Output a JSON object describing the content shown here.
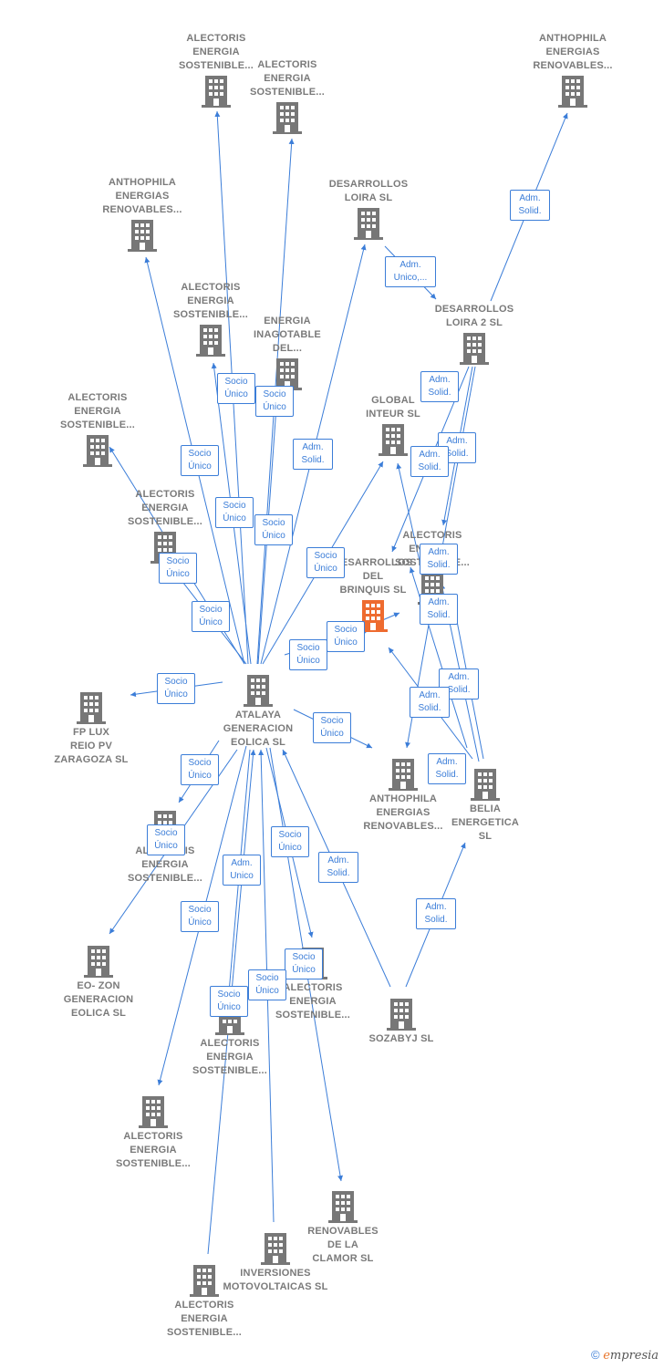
{
  "colors": {
    "edge": "#3b7dd8",
    "building": "#777777",
    "focus": "#ee6b2f",
    "text": "#7a7a7a"
  },
  "nodes": [
    {
      "id": "n1",
      "label": "ALECTORIS\nENERGIA\nSOSTENIBLE...",
      "icon": "building-icon"
    },
    {
      "id": "n2",
      "label": "ALECTORIS\nENERGIA\nSOSTENIBLE...",
      "icon": "building-icon"
    },
    {
      "id": "n3",
      "label": "ANTHOPHILA\nENERGIAS\nRENOVABLES...",
      "icon": "building-icon"
    },
    {
      "id": "n4",
      "label": "ANTHOPHILA\nENERGIAS\nRENOVABLES...",
      "icon": "building-icon"
    },
    {
      "id": "n5",
      "label": "DESARROLLOS\nLOIRA SL",
      "icon": "building-icon"
    },
    {
      "id": "n6",
      "label": "ALECTORIS\nENERGIA\nSOSTENIBLE...",
      "icon": "building-icon"
    },
    {
      "id": "n7",
      "label": "ENERGIA\nINAGOTABLE\nDEL...",
      "icon": "building-icon"
    },
    {
      "id": "n8",
      "label": "DESARROLLOS\nLOIRA 2  SL",
      "icon": "building-icon"
    },
    {
      "id": "n9",
      "label": "ALECTORIS\nENERGIA\nSOSTENIBLE...",
      "icon": "building-icon"
    },
    {
      "id": "n10",
      "label": "GLOBAL\nINTEUR  SL",
      "icon": "building-icon"
    },
    {
      "id": "n11",
      "label": "ALECTORIS\nENERGIA\nSOSTENIBLE...",
      "icon": "building-icon"
    },
    {
      "id": "n12",
      "label": "ALECTORIS\nENERGIA\nSOSTENIBLE...",
      "icon": "building-icon"
    },
    {
      "id": "n13",
      "label": "DESARROLLOS\nDEL\nBRINQUIS  SL",
      "icon": "building-icon",
      "focus": true
    },
    {
      "id": "n14",
      "label": "ATALAYA\nGENERACION\nEOLICA  SL",
      "icon": "building-icon"
    },
    {
      "id": "n15",
      "label": "FP LUX\nREIO PV\nZARAGOZA  SL",
      "icon": "building-icon"
    },
    {
      "id": "n16",
      "label": "ANTHOPHILA\nENERGIAS\nRENOVABLES...",
      "icon": "building-icon"
    },
    {
      "id": "n17",
      "label": "BELIA\nENERGETICA\nSL",
      "icon": "building-icon"
    },
    {
      "id": "n18",
      "label": "ALECTORIS\nENERGIA\nSOSTENIBLE...",
      "icon": "building-icon"
    },
    {
      "id": "n19",
      "label": "EO- ZON\nGENERACION\nEOLICA  SL",
      "icon": "building-icon"
    },
    {
      "id": "n20",
      "label": "ALECTORIS\nENERGIA\nSOSTENIBLE...",
      "icon": "building-icon"
    },
    {
      "id": "n21",
      "label": "SOZABYJ SL",
      "icon": "building-icon"
    },
    {
      "id": "n22",
      "label": "ALECTORIS\nENERGIA\nSOSTENIBLE...",
      "icon": "building-icon"
    },
    {
      "id": "n23",
      "label": "ALECTORIS\nENERGIA\nSOSTENIBLE...",
      "icon": "building-icon"
    },
    {
      "id": "n24",
      "label": "RENOVABLES\nDE LA\nCLAMOR  SL",
      "icon": "building-icon"
    },
    {
      "id": "n25",
      "label": "INVERSIONES\nMOTOVOLTAICAS SL",
      "icon": "building-icon"
    },
    {
      "id": "n26",
      "label": "ALECTORIS\nENERGIA\nSOSTENIBLE...",
      "icon": "building-icon"
    }
  ],
  "relations": [
    "Adm.\nSolid.",
    "Adm.\nUnico,...",
    "Adm.\nSolid.",
    "Adm.\nSolid.",
    "Adm.\nSolid.",
    "Adm.\nSolid.",
    "Socio\nÚnico",
    "Socio\nÚnico",
    "Adm.\nSolid.",
    "Socio\nÚnico",
    "Socio\nÚnico",
    "Socio\nÚnico",
    "Socio\nÚnico",
    "Adm.\nSolid.",
    "Socio\nÚnico",
    "Adm.\nSolid.",
    "Socio\nÚnico",
    "Socio\nÚnico",
    "Adm.\nSolid.",
    "Socio\nÚnico",
    "Adm.\nSolid.",
    "Socio\nÚnico",
    "Socio\nÚnico",
    "Adm.\nSolid.",
    "Socio\nÚnico",
    "Socio\nÚnico",
    "Adm.\nSolid.",
    "Adm.\nUnico",
    "Socio\nÚnico",
    "Socio\nÚnico",
    "Socio\nÚnico",
    "Socio\nÚnico"
  ],
  "footer": {
    "copyright": "©",
    "brand_initial": "e",
    "brand_rest": "mpresia"
  }
}
